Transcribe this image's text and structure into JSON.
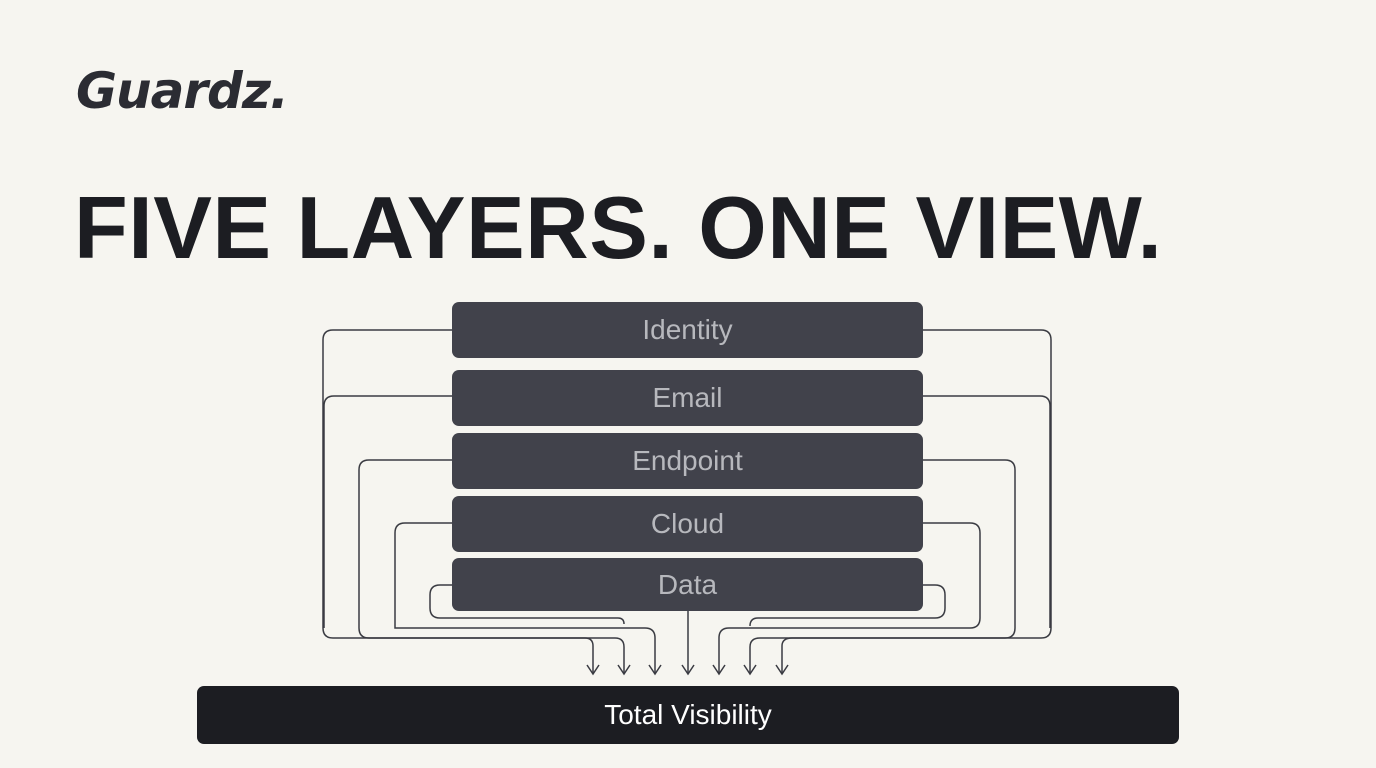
{
  "brand": {
    "logo_text": "Guardz."
  },
  "headline": "FIVE LAYERS. ONE VIEW.",
  "layers": [
    {
      "label": "Identity"
    },
    {
      "label": "Email"
    },
    {
      "label": "Endpoint"
    },
    {
      "label": "Cloud"
    },
    {
      "label": "Data"
    }
  ],
  "result": {
    "label": "Total Visibility"
  },
  "colors": {
    "background": "#f6f5f0",
    "layer_fill": "#41424b",
    "layer_text": "#b7b8bd",
    "result_fill": "#1c1d22",
    "result_text": "#ffffff",
    "connector": "#3a3b42"
  }
}
